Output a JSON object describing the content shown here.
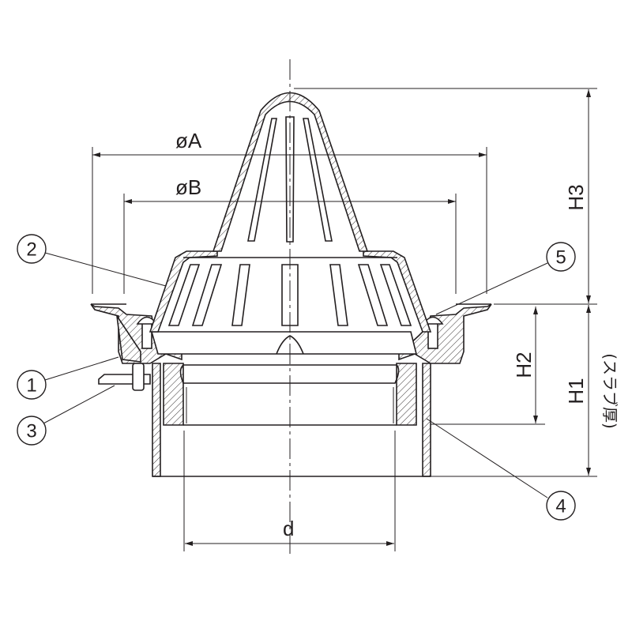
{
  "dimensions": {
    "dia_a": "øA",
    "dia_b": "øB",
    "h1": "H1",
    "h2": "H2",
    "h3": "H3",
    "d": "d",
    "slab_note": "(スラブ厚)"
  },
  "callouts": [
    "1",
    "2",
    "3",
    "4",
    "5"
  ]
}
